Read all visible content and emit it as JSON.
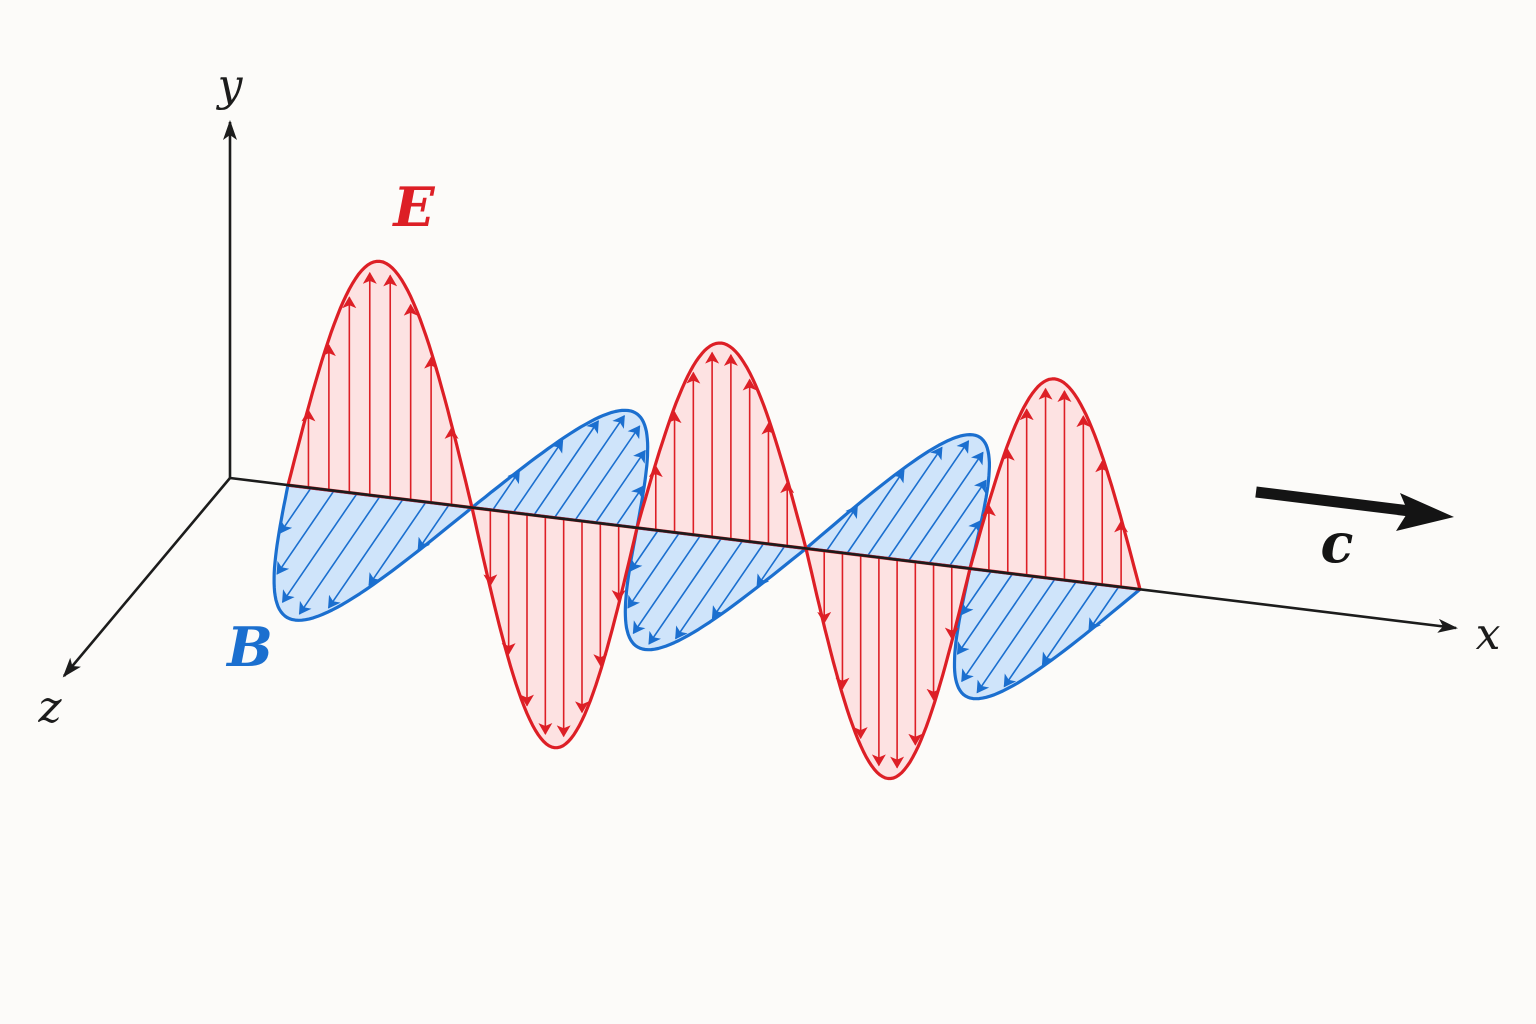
{
  "labels": {
    "y_axis": "y",
    "x_axis": "x",
    "z_axis": "z",
    "electric_field": "E",
    "magnetic_field": "B",
    "propagation_speed": "c"
  },
  "colors": {
    "background": "#fcfbf9",
    "axis": "#1c1c1c",
    "electric": "#dd1f26",
    "electric_fill": "#fcdcdc",
    "magnetic": "#1b6fcf",
    "magnetic_fill": "#cfe4fa",
    "arrow": "#141414"
  },
  "wave": {
    "field_lobes": 5,
    "electric_first_direction": "up",
    "magnetic_first_direction": "toward-viewer"
  }
}
